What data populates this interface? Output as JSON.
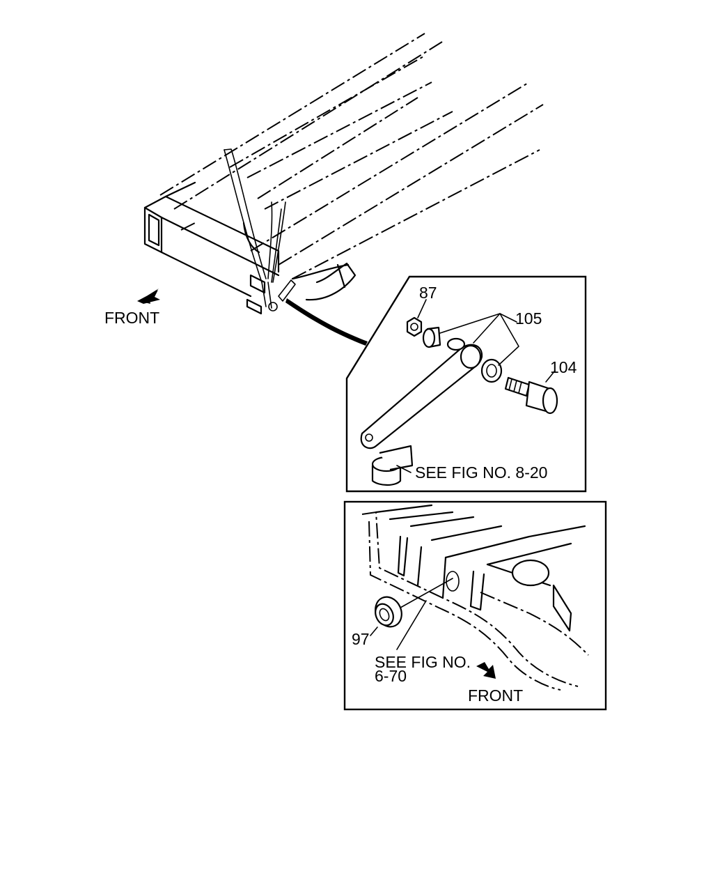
{
  "labels": {
    "front_main": "FRONT",
    "part_87": "87",
    "part_105": "105",
    "part_104": "104",
    "see_fig_upper": "SEE FIG NO. 8-20",
    "part_97": "97",
    "see_fig_lower_line1": "SEE FIG NO.",
    "see_fig_lower_line2": "6-70",
    "front_detail": "FRONT"
  }
}
